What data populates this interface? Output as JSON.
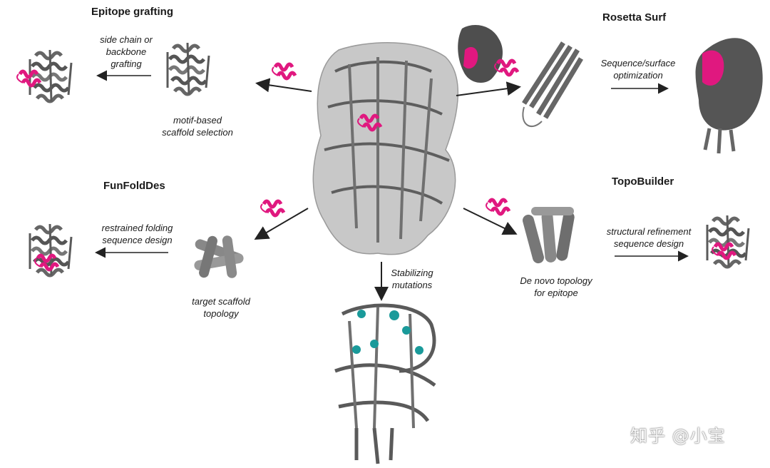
{
  "titles": {
    "epitope_grafting": "Epitope grafting",
    "rosetta_surf": "Rosetta Surf",
    "funfolddes": "FunFoldDes",
    "topobuilder": "TopoBuilder"
  },
  "captions": {
    "graft_method": "side chain or\nbackbone\ngrafting",
    "scaffold_selection": "motif-based\nscaffold selection",
    "surface_opt": "Sequence/surface\noptimization",
    "folding_design": "restrained folding\nsequence design",
    "target_topology": "target scaffold\ntopology",
    "stabilizing": "Stabilizing\nmutations",
    "denovo_topology": "De novo topology\nfor epitope",
    "refinement": "structural refinement\nsequence design"
  },
  "watermark": "知乎 @小宝",
  "colors": {
    "protein": "#6b6b6b",
    "epitope": "#e0187f",
    "mutation": "#1a9a9a",
    "arrow": "#222222"
  }
}
